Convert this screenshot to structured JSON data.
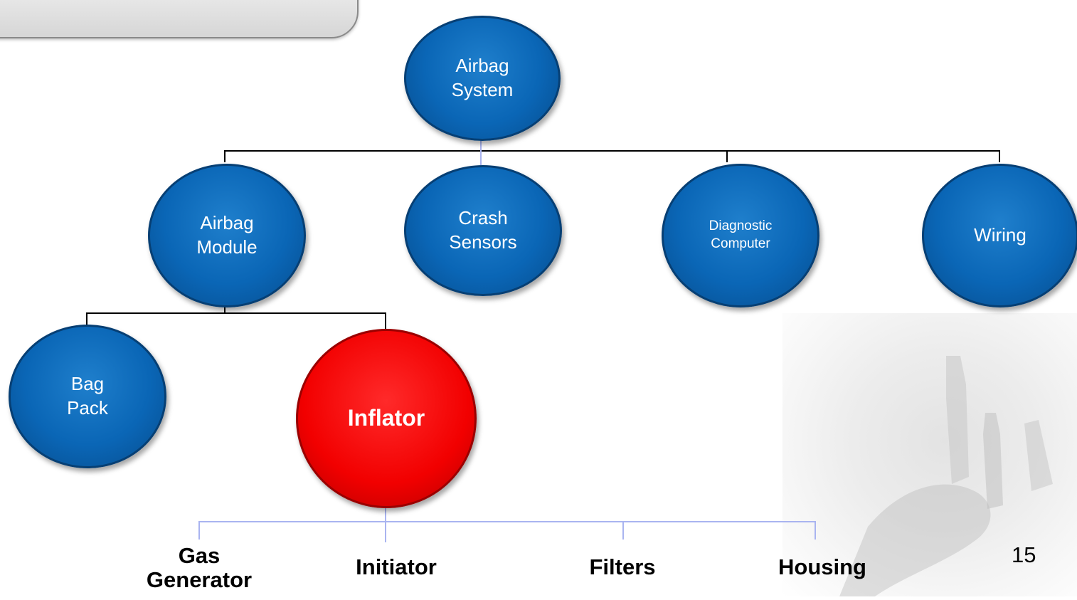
{
  "nodes": {
    "root": {
      "line1": "Airbag",
      "line2": "System"
    },
    "airbag_module": {
      "line1": "Airbag",
      "line2": "Module"
    },
    "crash_sensors": {
      "line1": "Crash",
      "line2": "Sensors"
    },
    "diagnostic_computer": {
      "line1": "Diagnostic",
      "line2": "Computer"
    },
    "wiring": {
      "label": "Wiring"
    },
    "bag_pack": {
      "line1": "Bag",
      "line2": "Pack"
    },
    "inflator": {
      "label": "Inflator"
    }
  },
  "leaves": {
    "gas_generator": {
      "line1": "Gas",
      "line2": "Generator"
    },
    "initiator": {
      "label": "Initiator"
    },
    "filters": {
      "label": "Filters"
    },
    "housing": {
      "label": "Housing"
    }
  },
  "page_number": "15",
  "colors": {
    "node_blue": "#0a66b6",
    "node_highlight": "#f20000",
    "connector_black": "#000000",
    "connector_blue": "#a9b4f0"
  }
}
